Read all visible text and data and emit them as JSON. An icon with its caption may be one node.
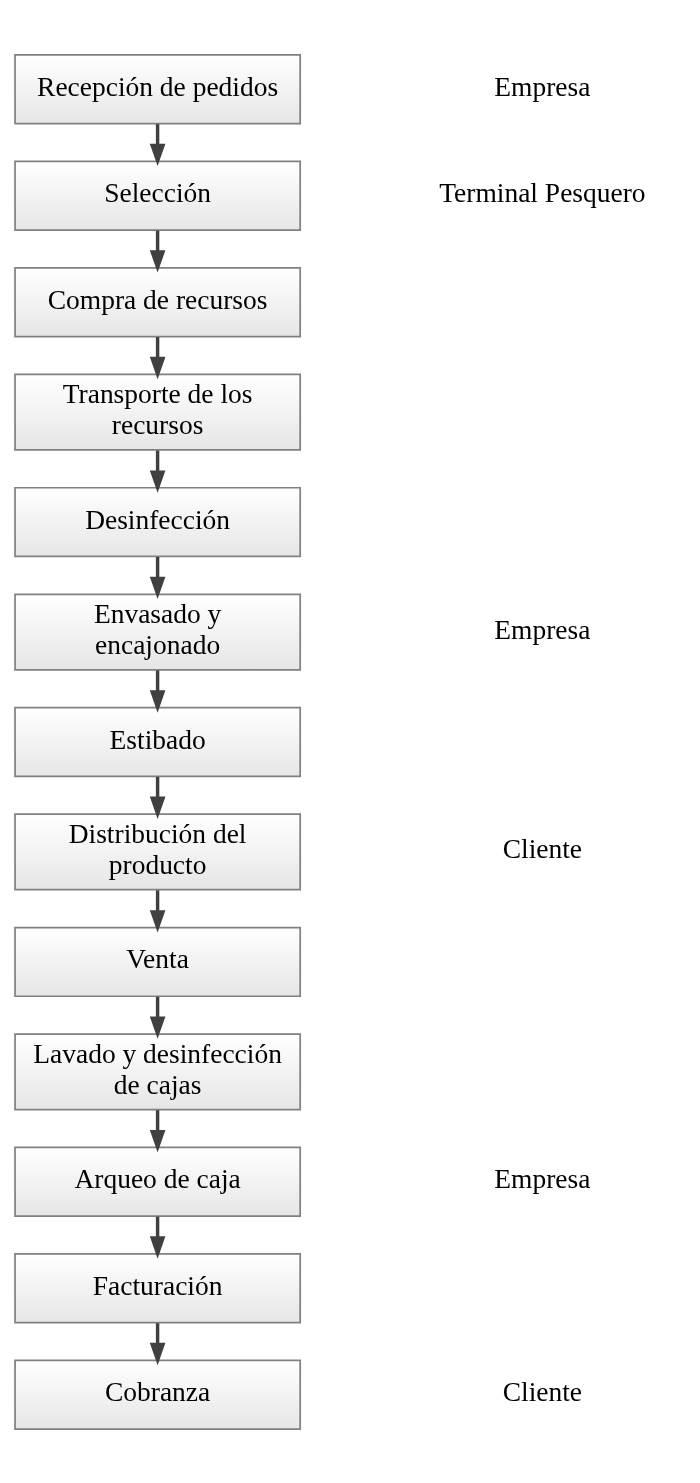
{
  "diagram": {
    "nodes": [
      {
        "text": [
          "Recepción de pedidos"
        ]
      },
      {
        "text": [
          "Selección"
        ]
      },
      {
        "text": [
          "Compra de recursos"
        ]
      },
      {
        "text": [
          "Transporte de los recursos"
        ]
      },
      {
        "text": [
          "Desinfección"
        ]
      },
      {
        "text": [
          "Envasado y encajonado"
        ]
      },
      {
        "text": [
          "Estibado"
        ]
      },
      {
        "text": [
          "Distribución del producto"
        ]
      },
      {
        "text": [
          "Venta"
        ]
      },
      {
        "text": [
          "Lavado y desinfección de cajas"
        ]
      },
      {
        "text": [
          "Arqueo de caja"
        ]
      },
      {
        "text": [
          "Facturación"
        ]
      },
      {
        "text": [
          "Cobranza"
        ]
      }
    ],
    "edges": [
      {
        "from": 0,
        "to": 1,
        "arrow": "to"
      },
      {
        "from": 1,
        "to": 2,
        "arrow": "to"
      },
      {
        "from": 2,
        "to": 3,
        "arrow": "to"
      },
      {
        "from": 3,
        "to": 4,
        "arrow": "to"
      },
      {
        "from": 4,
        "to": 5,
        "arrow": "to"
      },
      {
        "from": 5,
        "to": 6,
        "arrow": "to"
      },
      {
        "from": 6,
        "to": 7,
        "arrow": "to"
      },
      {
        "from": 7,
        "to": 8,
        "arrow": "to"
      },
      {
        "from": 8,
        "to": 9,
        "arrow": "to"
      },
      {
        "from": 9,
        "to": 10,
        "arrow": "to"
      },
      {
        "from": 10,
        "to": 11,
        "arrow": "to"
      },
      {
        "from": 11,
        "to": 12,
        "arrow": "to"
      }
    ],
    "labels": [
      "Empresa",
      "Terminal Pesquero",
      "Empresa",
      "Cliente",
      "Empresa",
      "Cliente"
    ]
  }
}
